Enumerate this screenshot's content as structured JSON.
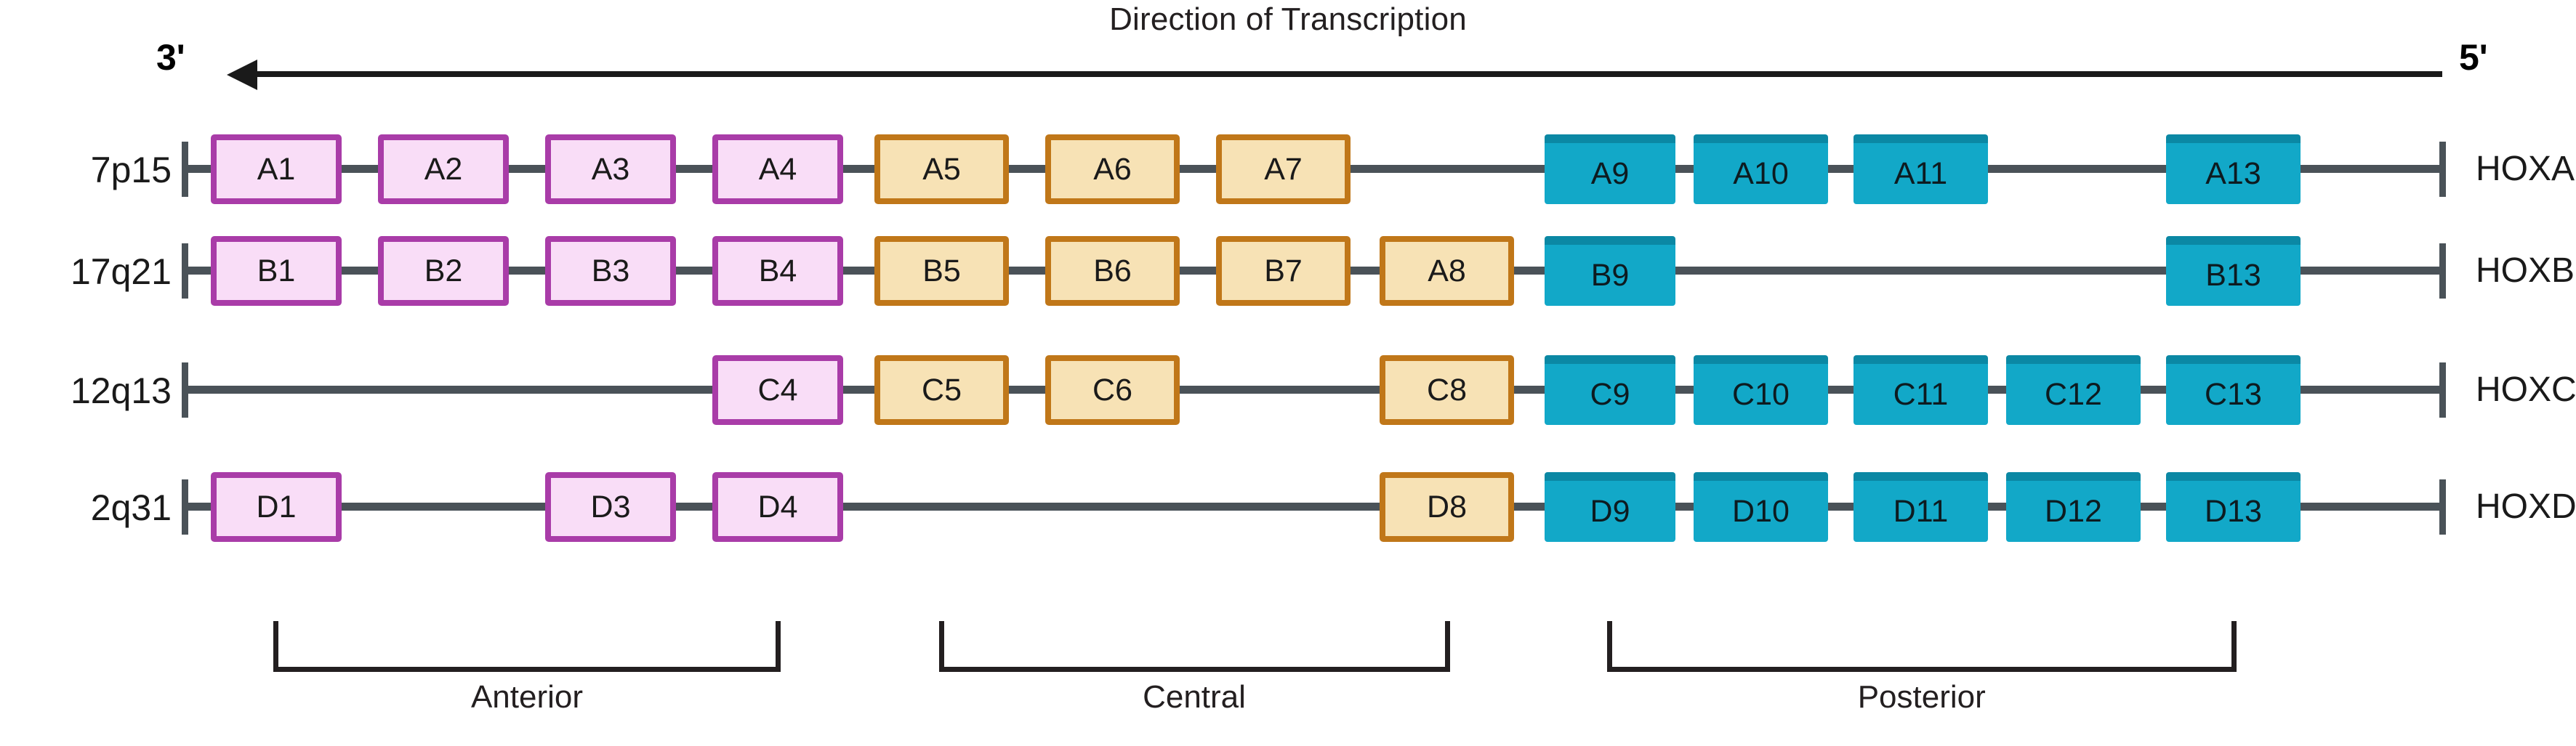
{
  "header": {
    "title": "Direction of Transcription",
    "five_prime": "5'",
    "three_prime": "3'"
  },
  "chart_data": {
    "type": "diagram",
    "title": "Direction of Transcription",
    "description": "HOX gene cluster map: four paralogous clusters (HOXA, HOXB, HOXC, HOXD) with paralog groups 1-13 arranged 3' to 5'.",
    "paralog_groups": [
      1,
      2,
      3,
      4,
      5,
      6,
      7,
      8,
      9,
      10,
      11,
      12,
      13
    ],
    "group_classes": {
      "anterior": [
        1,
        2,
        3,
        4
      ],
      "central": [
        5,
        6,
        7,
        8
      ],
      "posterior": [
        9,
        10,
        11,
        12,
        13
      ]
    },
    "colors": {
      "anterior_fill": "#f9ddf7",
      "anterior_border": "#a93ca8",
      "central_fill": "#f7e2b5",
      "central_border": "#c07719",
      "posterior_fill": "#12a8c8",
      "posterior_shade": "#0b88a4",
      "line": "#4a5258",
      "text": "#1a1a1a"
    },
    "clusters": [
      {
        "name": "HOXA",
        "locus": "7p15",
        "genes": [
          {
            "label": "A1",
            "group": 1,
            "class": "anterior"
          },
          {
            "label": "A2",
            "group": 2,
            "class": "anterior"
          },
          {
            "label": "A3",
            "group": 3,
            "class": "anterior"
          },
          {
            "label": "A4",
            "group": 4,
            "class": "anterior"
          },
          {
            "label": "A5",
            "group": 5,
            "class": "central"
          },
          {
            "label": "A6",
            "group": 6,
            "class": "central"
          },
          {
            "label": "A7",
            "group": 7,
            "class": "central"
          },
          {
            "label": "A9",
            "group": 9,
            "class": "posterior"
          },
          {
            "label": "A10",
            "group": 10,
            "class": "posterior"
          },
          {
            "label": "A11",
            "group": 11,
            "class": "posterior"
          },
          {
            "label": "A13",
            "group": 13,
            "class": "posterior"
          }
        ],
        "absent_groups": [
          8,
          12
        ]
      },
      {
        "name": "HOXB",
        "locus": "17q21",
        "genes": [
          {
            "label": "B1",
            "group": 1,
            "class": "anterior"
          },
          {
            "label": "B2",
            "group": 2,
            "class": "anterior"
          },
          {
            "label": "B3",
            "group": 3,
            "class": "anterior"
          },
          {
            "label": "B4",
            "group": 4,
            "class": "anterior"
          },
          {
            "label": "B5",
            "group": 5,
            "class": "central"
          },
          {
            "label": "B6",
            "group": 6,
            "class": "central"
          },
          {
            "label": "B7",
            "group": 7,
            "class": "central"
          },
          {
            "label": "A8",
            "group": 8,
            "class": "central"
          },
          {
            "label": "B9",
            "group": 9,
            "class": "posterior"
          },
          {
            "label": "B13",
            "group": 13,
            "class": "posterior"
          }
        ],
        "absent_groups": [
          10,
          11,
          12
        ]
      },
      {
        "name": "HOXC",
        "locus": "12q13",
        "genes": [
          {
            "label": "C4",
            "group": 4,
            "class": "anterior"
          },
          {
            "label": "C5",
            "group": 5,
            "class": "central"
          },
          {
            "label": "C6",
            "group": 6,
            "class": "central"
          },
          {
            "label": "C8",
            "group": 8,
            "class": "central"
          },
          {
            "label": "C9",
            "group": 9,
            "class": "posterior"
          },
          {
            "label": "C10",
            "group": 10,
            "class": "posterior"
          },
          {
            "label": "C11",
            "group": 11,
            "class": "posterior"
          },
          {
            "label": "C12",
            "group": 12,
            "class": "posterior"
          },
          {
            "label": "C13",
            "group": 13,
            "class": "posterior"
          }
        ],
        "absent_groups": [
          1,
          2,
          3,
          7
        ]
      },
      {
        "name": "HOXD",
        "locus": "2q31",
        "genes": [
          {
            "label": "D1",
            "group": 1,
            "class": "anterior"
          },
          {
            "label": "D3",
            "group": 3,
            "class": "anterior"
          },
          {
            "label": "D4",
            "group": 4,
            "class": "anterior"
          },
          {
            "label": "D8",
            "group": 8,
            "class": "central"
          },
          {
            "label": "D9",
            "group": 9,
            "class": "posterior"
          },
          {
            "label": "D10",
            "group": 10,
            "class": "posterior"
          },
          {
            "label": "D11",
            "group": 11,
            "class": "posterior"
          },
          {
            "label": "D12",
            "group": 12,
            "class": "posterior"
          },
          {
            "label": "D13",
            "group": 13,
            "class": "posterior"
          }
        ],
        "absent_groups": [
          2,
          5,
          6,
          7
        ]
      }
    ],
    "brackets": [
      {
        "label": "Anterior",
        "from_group": 1,
        "to_group": 4
      },
      {
        "label": "Central",
        "from_group": 5,
        "to_group": 8
      },
      {
        "label": "Posterior",
        "from_group": 9,
        "to_group": 13
      }
    ]
  }
}
